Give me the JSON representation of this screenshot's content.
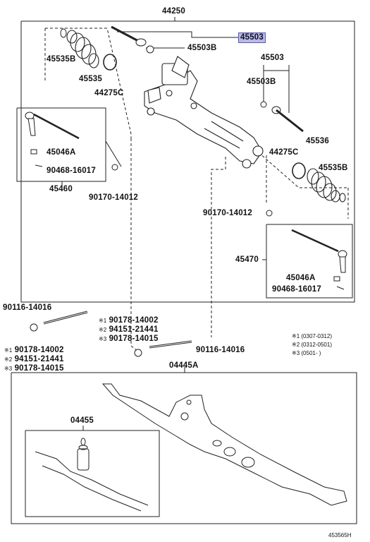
{
  "diagram_id": "453565H",
  "parts": {
    "p44250": "44250",
    "p45503_hl": "45503",
    "p45503_top_b": "45503B",
    "p45535b_top": "45535B",
    "p45535_top": "45535",
    "p44275c_top": "44275C",
    "p45503_right": "45503",
    "p45503b_right": "45503B",
    "p45536": "45536",
    "p44275c_right": "44275C",
    "p45535b_right": "45535B",
    "p45046a_left": "45046A",
    "p90468_left": "90468-16017",
    "p45460": "45460",
    "p90170_left": "90170-14012",
    "p90170_right": "90170-14012",
    "p45470": "45470",
    "p45046a_right": "45046A",
    "p90468_right": "90468-16017",
    "p90116_left": "90116-14016",
    "p90116_right": "90116-14016",
    "p04445a": "04445A",
    "p04455": "04455"
  },
  "notes_left": [
    {
      "mark": "※1",
      "part": "90178-14002"
    },
    {
      "mark": "※2",
      "part": "94151-21441"
    },
    {
      "mark": "※3",
      "part": "90178-14015"
    }
  ],
  "notes_mid": [
    {
      "mark": "※1",
      "part": "90178-14002"
    },
    {
      "mark": "※2",
      "part": "94151-21441"
    },
    {
      "mark": "※3",
      "part": "90178-14015"
    }
  ],
  "legend": [
    {
      "mark": "※1",
      "range": "(0307-0312)"
    },
    {
      "mark": "※2",
      "range": "(0312-0501)"
    },
    {
      "mark": "※3",
      "range": "(0501-      )"
    }
  ]
}
